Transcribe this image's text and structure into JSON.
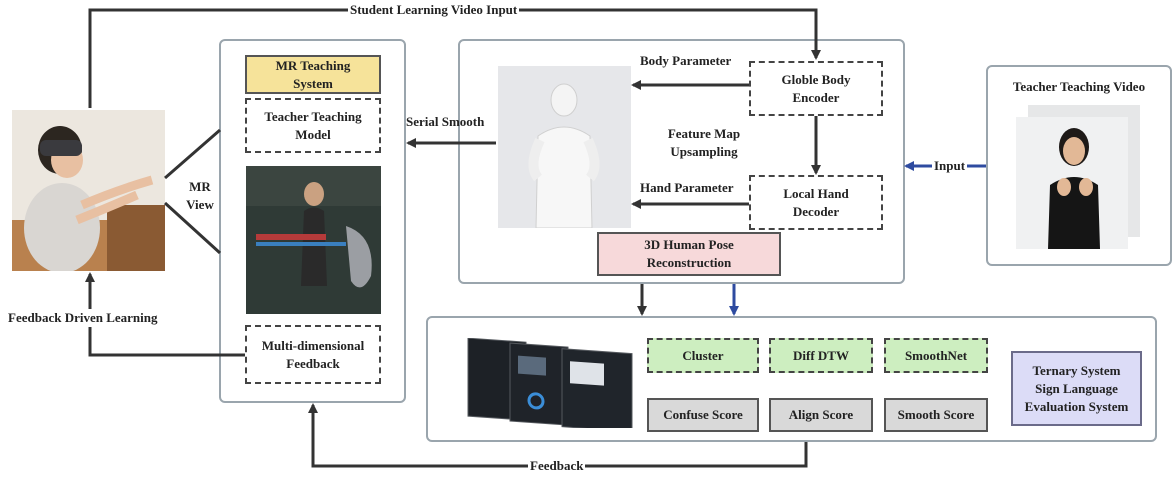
{
  "labels": {
    "student_input": "Student Learning Video Input",
    "mr_view": "MR\nView",
    "feedback_driven": "Feedback Driven Learning",
    "serial_smooth": "Serial Smooth",
    "body_parameter": "Body Parameter",
    "feature_map": "Feature Map\nUpsampling",
    "hand_parameter": "Hand Parameter",
    "input": "Input",
    "feedback": "Feedback",
    "teacher_video_title": "Teacher Teaching Video"
  },
  "mr_panel": {
    "mr_teaching_system": "MR Teaching\nSystem",
    "teacher_model": "Teacher Teaching\nModel",
    "multi_feedback": "Multi-dimensional\nFeedback"
  },
  "recon_panel": {
    "globle_encoder": "Globle Body\nEncoder",
    "local_decoder": "Local Hand\nDecoder",
    "pose_reconstruction": "3D Human Pose\nReconstruction"
  },
  "eval_panel": {
    "cluster": "Cluster",
    "diff_dtw": "Diff DTW",
    "smoothnet": "SmoothNet",
    "confuse_score": "Confuse Score",
    "align_score": "Align Score",
    "smooth_score": "Smooth Score",
    "ternary_system": "Ternary System\nSign Language\nEvaluation System"
  },
  "colors": {
    "mr_box": "#f6e39a",
    "recon_box": "#f7d9da",
    "green_box": "#cdeec0",
    "gray_box": "#d9d9d9",
    "ternary_box": "#dcdcf7",
    "blue_arrow": "#2e4ba0",
    "dark_arrow": "#333333"
  }
}
